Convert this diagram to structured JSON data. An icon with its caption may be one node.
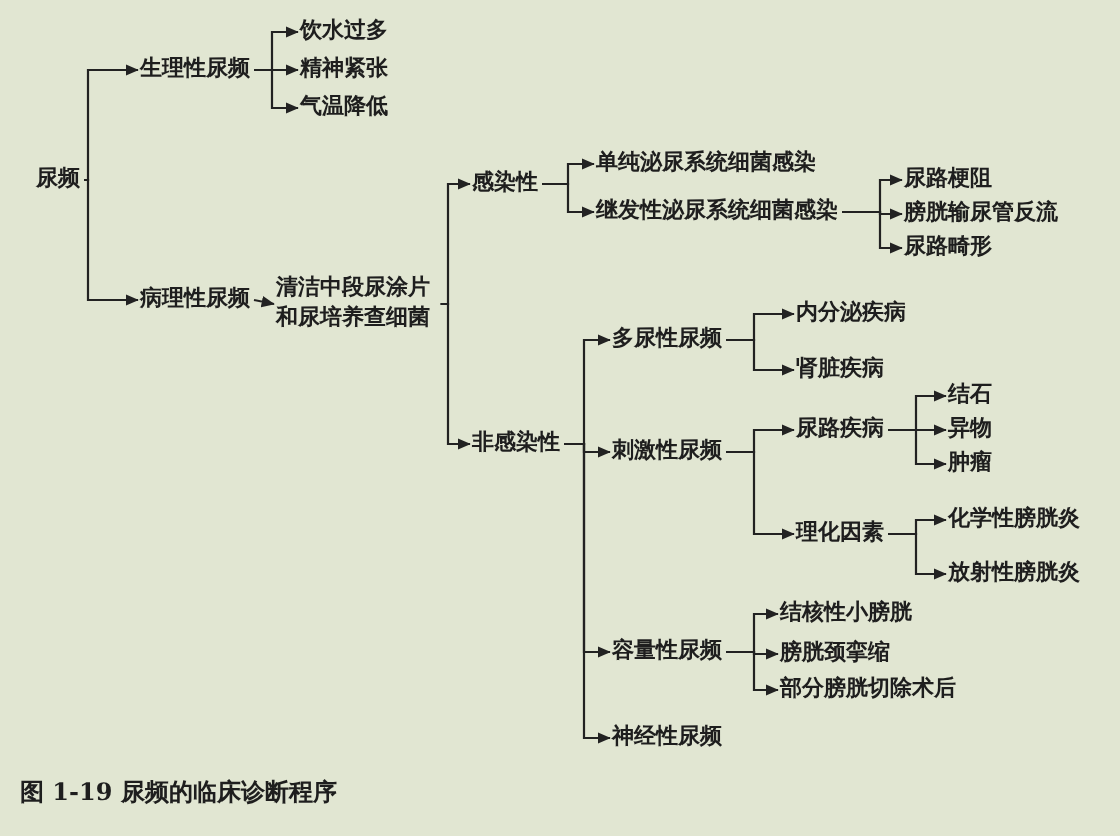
{
  "diagram": {
    "caption": "图 1-19 尿频的临床诊断程序",
    "nodes": [
      {
        "text": [
          "尿频"
        ]
      },
      {
        "text": [
          "生理性尿频"
        ]
      },
      {
        "text": [
          "饮水过多"
        ]
      },
      {
        "text": [
          "精神紧张"
        ]
      },
      {
        "text": [
          "气温降低"
        ]
      },
      {
        "text": [
          "病理性尿频"
        ]
      },
      {
        "text": [
          "清洁中段尿涂片和尿培养查细菌"
        ]
      },
      {
        "text": [
          "感染性"
        ]
      },
      {
        "text": [
          "单纯泌尿系统细菌感染"
        ]
      },
      {
        "text": [
          "继发性泌尿系统细菌感染"
        ]
      },
      {
        "text": [
          "尿路梗阻"
        ]
      },
      {
        "text": [
          "膀胱输尿管反流"
        ]
      },
      {
        "text": [
          "尿路畸形"
        ]
      },
      {
        "text": [
          "非感染性"
        ]
      },
      {
        "text": [
          "多尿性尿频"
        ]
      },
      {
        "text": [
          "内分泌疾病"
        ]
      },
      {
        "text": [
          "肾脏疾病"
        ]
      },
      {
        "text": [
          "刺激性尿频"
        ]
      },
      {
        "text": [
          "尿路疾病"
        ]
      },
      {
        "text": [
          "结石"
        ]
      },
      {
        "text": [
          "异物"
        ]
      },
      {
        "text": [
          "肿瘤"
        ]
      },
      {
        "text": [
          "理化因素"
        ]
      },
      {
        "text": [
          "化学性膀胱炎"
        ]
      },
      {
        "text": [
          "放射性膀胱炎"
        ]
      },
      {
        "text": [
          "容量性尿频"
        ]
      },
      {
        "text": [
          "结核性小膀胱"
        ]
      },
      {
        "text": [
          "膀胱颈挛缩"
        ]
      },
      {
        "text": [
          "部分膀胱切除术后"
        ]
      },
      {
        "text": [
          "神经性尿频"
        ]
      }
    ],
    "edges": [
      {
        "from": 0,
        "to": 1,
        "arrow": "to"
      },
      {
        "from": 0,
        "to": 5,
        "arrow": "to"
      },
      {
        "from": 1,
        "to": 2,
        "arrow": "to"
      },
      {
        "from": 1,
        "to": 3,
        "arrow": "to"
      },
      {
        "from": 1,
        "to": 4,
        "arrow": "to"
      },
      {
        "from": 5,
        "to": 6,
        "arrow": "to"
      },
      {
        "from": 6,
        "to": 7,
        "arrow": "to"
      },
      {
        "from": 6,
        "to": 13,
        "arrow": "to"
      },
      {
        "from": 7,
        "to": 8,
        "arrow": "to"
      },
      {
        "from": 7,
        "to": 9,
        "arrow": "to"
      },
      {
        "from": 9,
        "to": 10,
        "arrow": "to"
      },
      {
        "from": 9,
        "to": 11,
        "arrow": "to"
      },
      {
        "from": 9,
        "to": 12,
        "arrow": "to"
      },
      {
        "from": 13,
        "to": 14,
        "arrow": "to"
      },
      {
        "from": 13,
        "to": 17,
        "arrow": "to"
      },
      {
        "from": 13,
        "to": 25,
        "arrow": "to"
      },
      {
        "from": 13,
        "to": 29,
        "arrow": "to"
      },
      {
        "from": 14,
        "to": 15,
        "arrow": "to"
      },
      {
        "from": 14,
        "to": 16,
        "arrow": "to"
      },
      {
        "from": 17,
        "to": 18,
        "arrow": "to"
      },
      {
        "from": 17,
        "to": 22,
        "arrow": "to"
      },
      {
        "from": 18,
        "to": 19,
        "arrow": "to"
      },
      {
        "from": 18,
        "to": 20,
        "arrow": "to"
      },
      {
        "from": 18,
        "to": 21,
        "arrow": "to"
      },
      {
        "from": 22,
        "to": 23,
        "arrow": "to"
      },
      {
        "from": 22,
        "to": 24,
        "arrow": "to"
      },
      {
        "from": 25,
        "to": 26,
        "arrow": "to"
      },
      {
        "from": 25,
        "to": 27,
        "arrow": "to"
      },
      {
        "from": 25,
        "to": 28,
        "arrow": "to"
      }
    ]
  }
}
